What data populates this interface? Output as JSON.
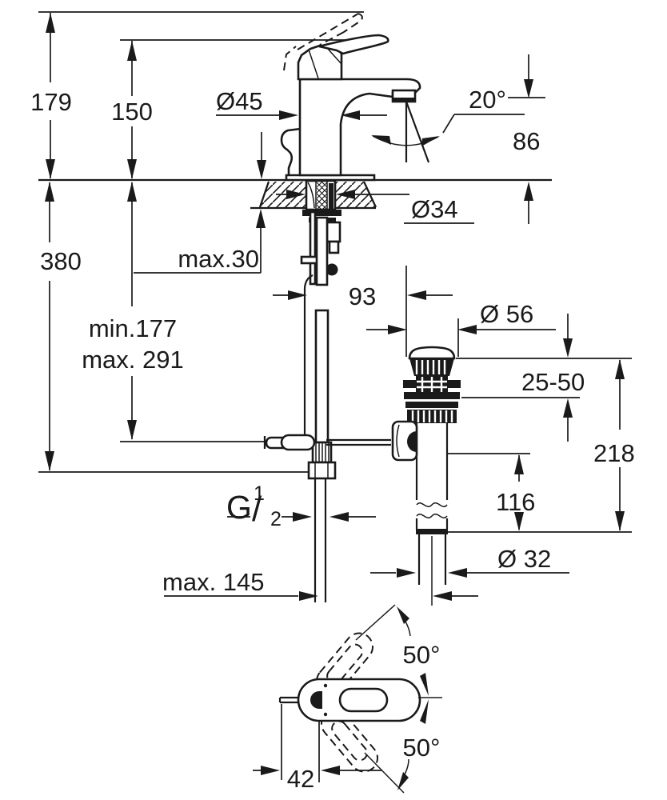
{
  "drawing": {
    "type": "technical-dimension-drawing",
    "subject": "single-lever basin mixer faucet with pop-up waste, side view with mounting deck section, plus plan view of handle swing",
    "units": "mm",
    "ink_color": "#1a1a1a",
    "background_color": "#ffffff"
  },
  "labels": {
    "dim_179": "179",
    "dim_150": "150",
    "dia_45": "Ø45",
    "angle_20": "20°",
    "dim_86": "86",
    "dim_380": "380",
    "max_30": "max.30",
    "dia_34": "Ø34",
    "dim_93": "93",
    "dia_56": "Ø 56",
    "min_177": "min.177",
    "max_291": "max. 291",
    "range_25_50": "25-50",
    "dim_218": "218",
    "dim_116": "116",
    "thread_g": "G",
    "thread_sup": "1",
    "thread_slash": "/",
    "thread_sub": "2",
    "dia_32": "Ø 32",
    "max_145": "max. 145",
    "angle_50_top": "50°",
    "angle_50_bottom": "50°",
    "dim_42": "42"
  }
}
